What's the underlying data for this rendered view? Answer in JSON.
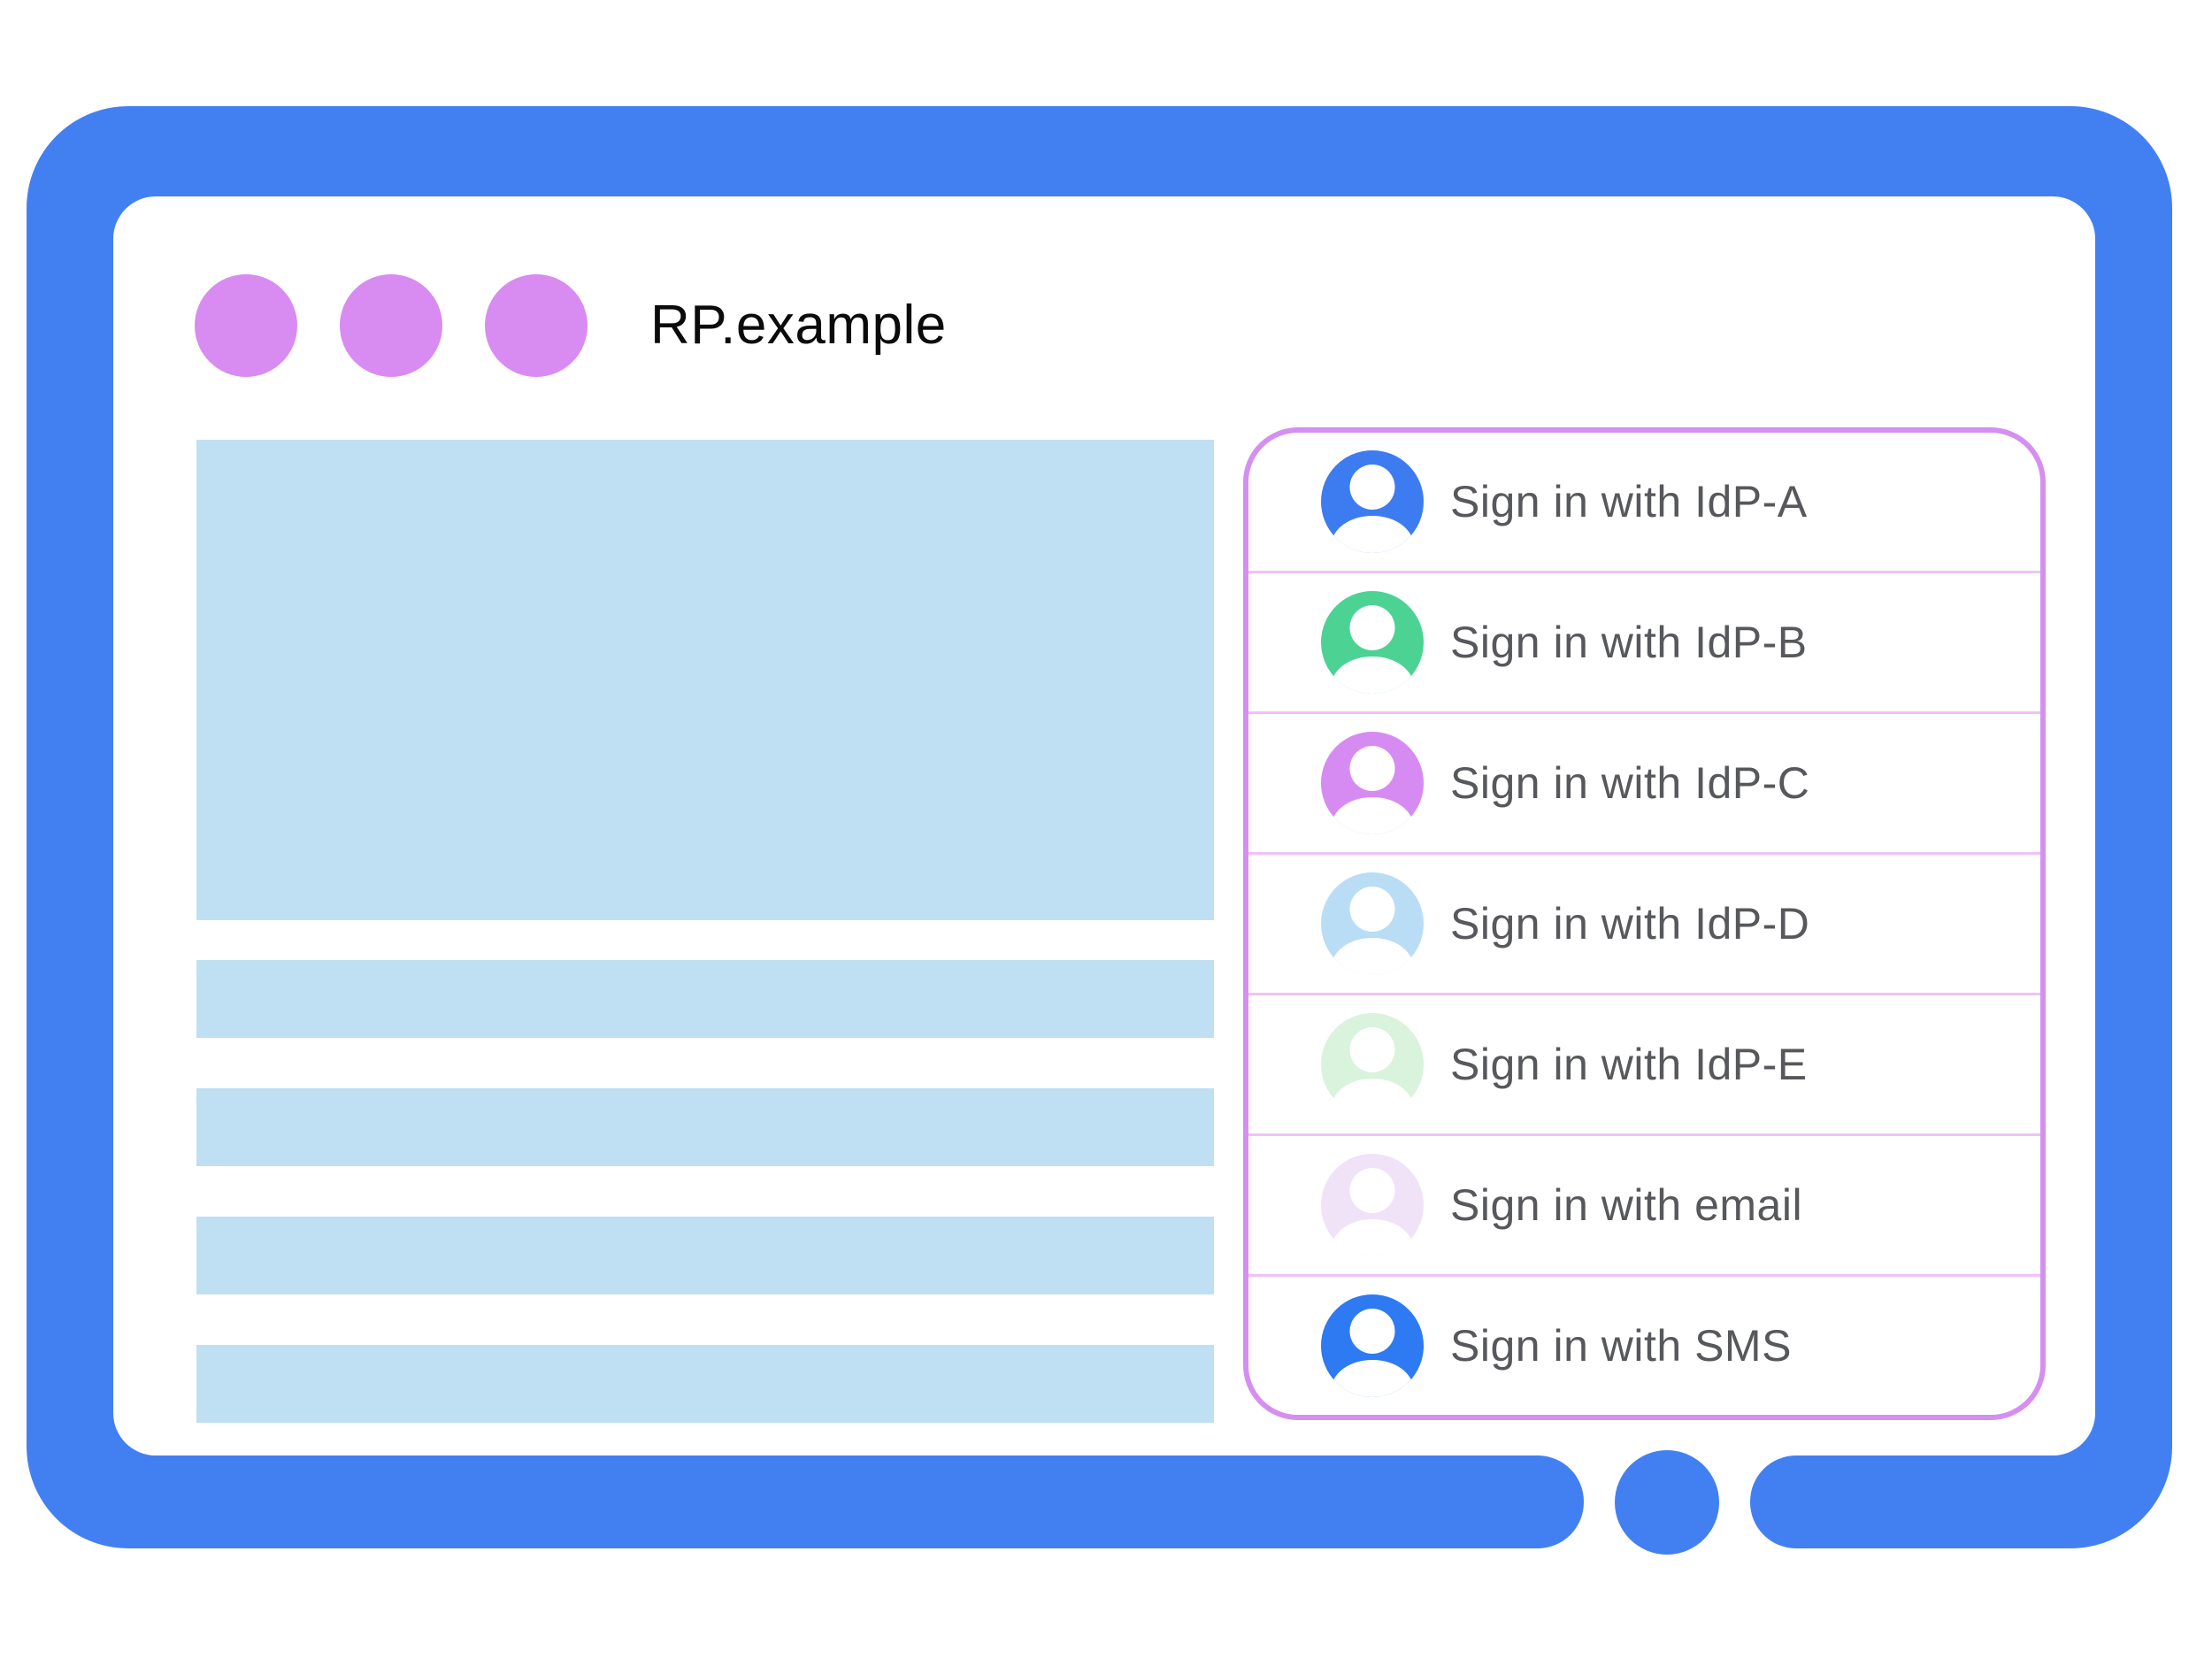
{
  "window": {
    "title": "RP.example",
    "control_dot_count": 3
  },
  "colors": {
    "frame_blue": "#4280F2",
    "dot_pink": "#D88BF0",
    "placeholder_blue": "#BFDFF3",
    "panel_border_pink": "#D58FF0",
    "divider_pink": "#EFC2F6",
    "label_gray": "#57585C",
    "title_black": "#0B0B0C",
    "avatar_glyph_white": "#FFFFFF"
  },
  "signin_panel": {
    "options": [
      {
        "label": "Sign in with IdP-A",
        "avatar_color": "#3D7CF0"
      },
      {
        "label": "Sign in with IdP-B",
        "avatar_color": "#4CD394"
      },
      {
        "label": "Sign in with IdP-C",
        "avatar_color": "#D68BF2"
      },
      {
        "label": "Sign in with IdP-D",
        "avatar_color": "#B9DDF5"
      },
      {
        "label": "Sign in with IdP-E",
        "avatar_color": "#D9F3DC"
      },
      {
        "label": "Sign in with email",
        "avatar_color": "#F0E3F8"
      },
      {
        "label": "Sign in with SMS",
        "avatar_color": "#2E7AF2"
      }
    ]
  }
}
